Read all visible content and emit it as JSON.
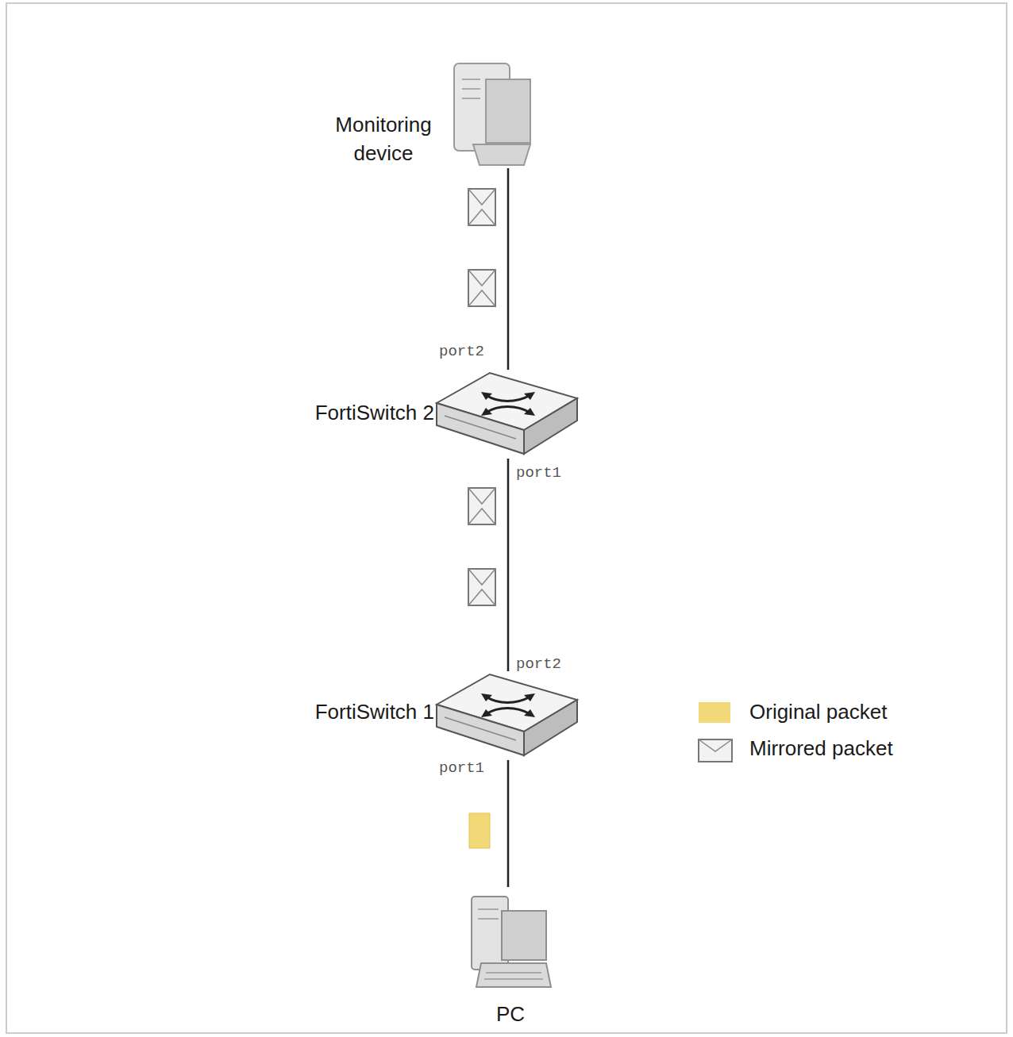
{
  "diagram": {
    "nodes": [
      {
        "text": [
          "Monitoring device"
        ]
      },
      {
        "text": [
          "FortiSwitch 2"
        ]
      },
      {
        "text": [
          "FortiSwitch 1"
        ]
      },
      {
        "text": [
          "PC"
        ]
      }
    ],
    "edges": [
      {
        "from": 0,
        "to": 1,
        "arrow": "none"
      },
      {
        "from": 1,
        "to": 2,
        "arrow": "none"
      },
      {
        "from": 2,
        "to": 3,
        "arrow": "none"
      }
    ],
    "labels": [
      "port2",
      "port1",
      "port2",
      "port1"
    ],
    "legend": [
      {
        "text": "Original packet",
        "color": "#f3d877"
      },
      {
        "text": "Mirrored packet"
      }
    ]
  }
}
